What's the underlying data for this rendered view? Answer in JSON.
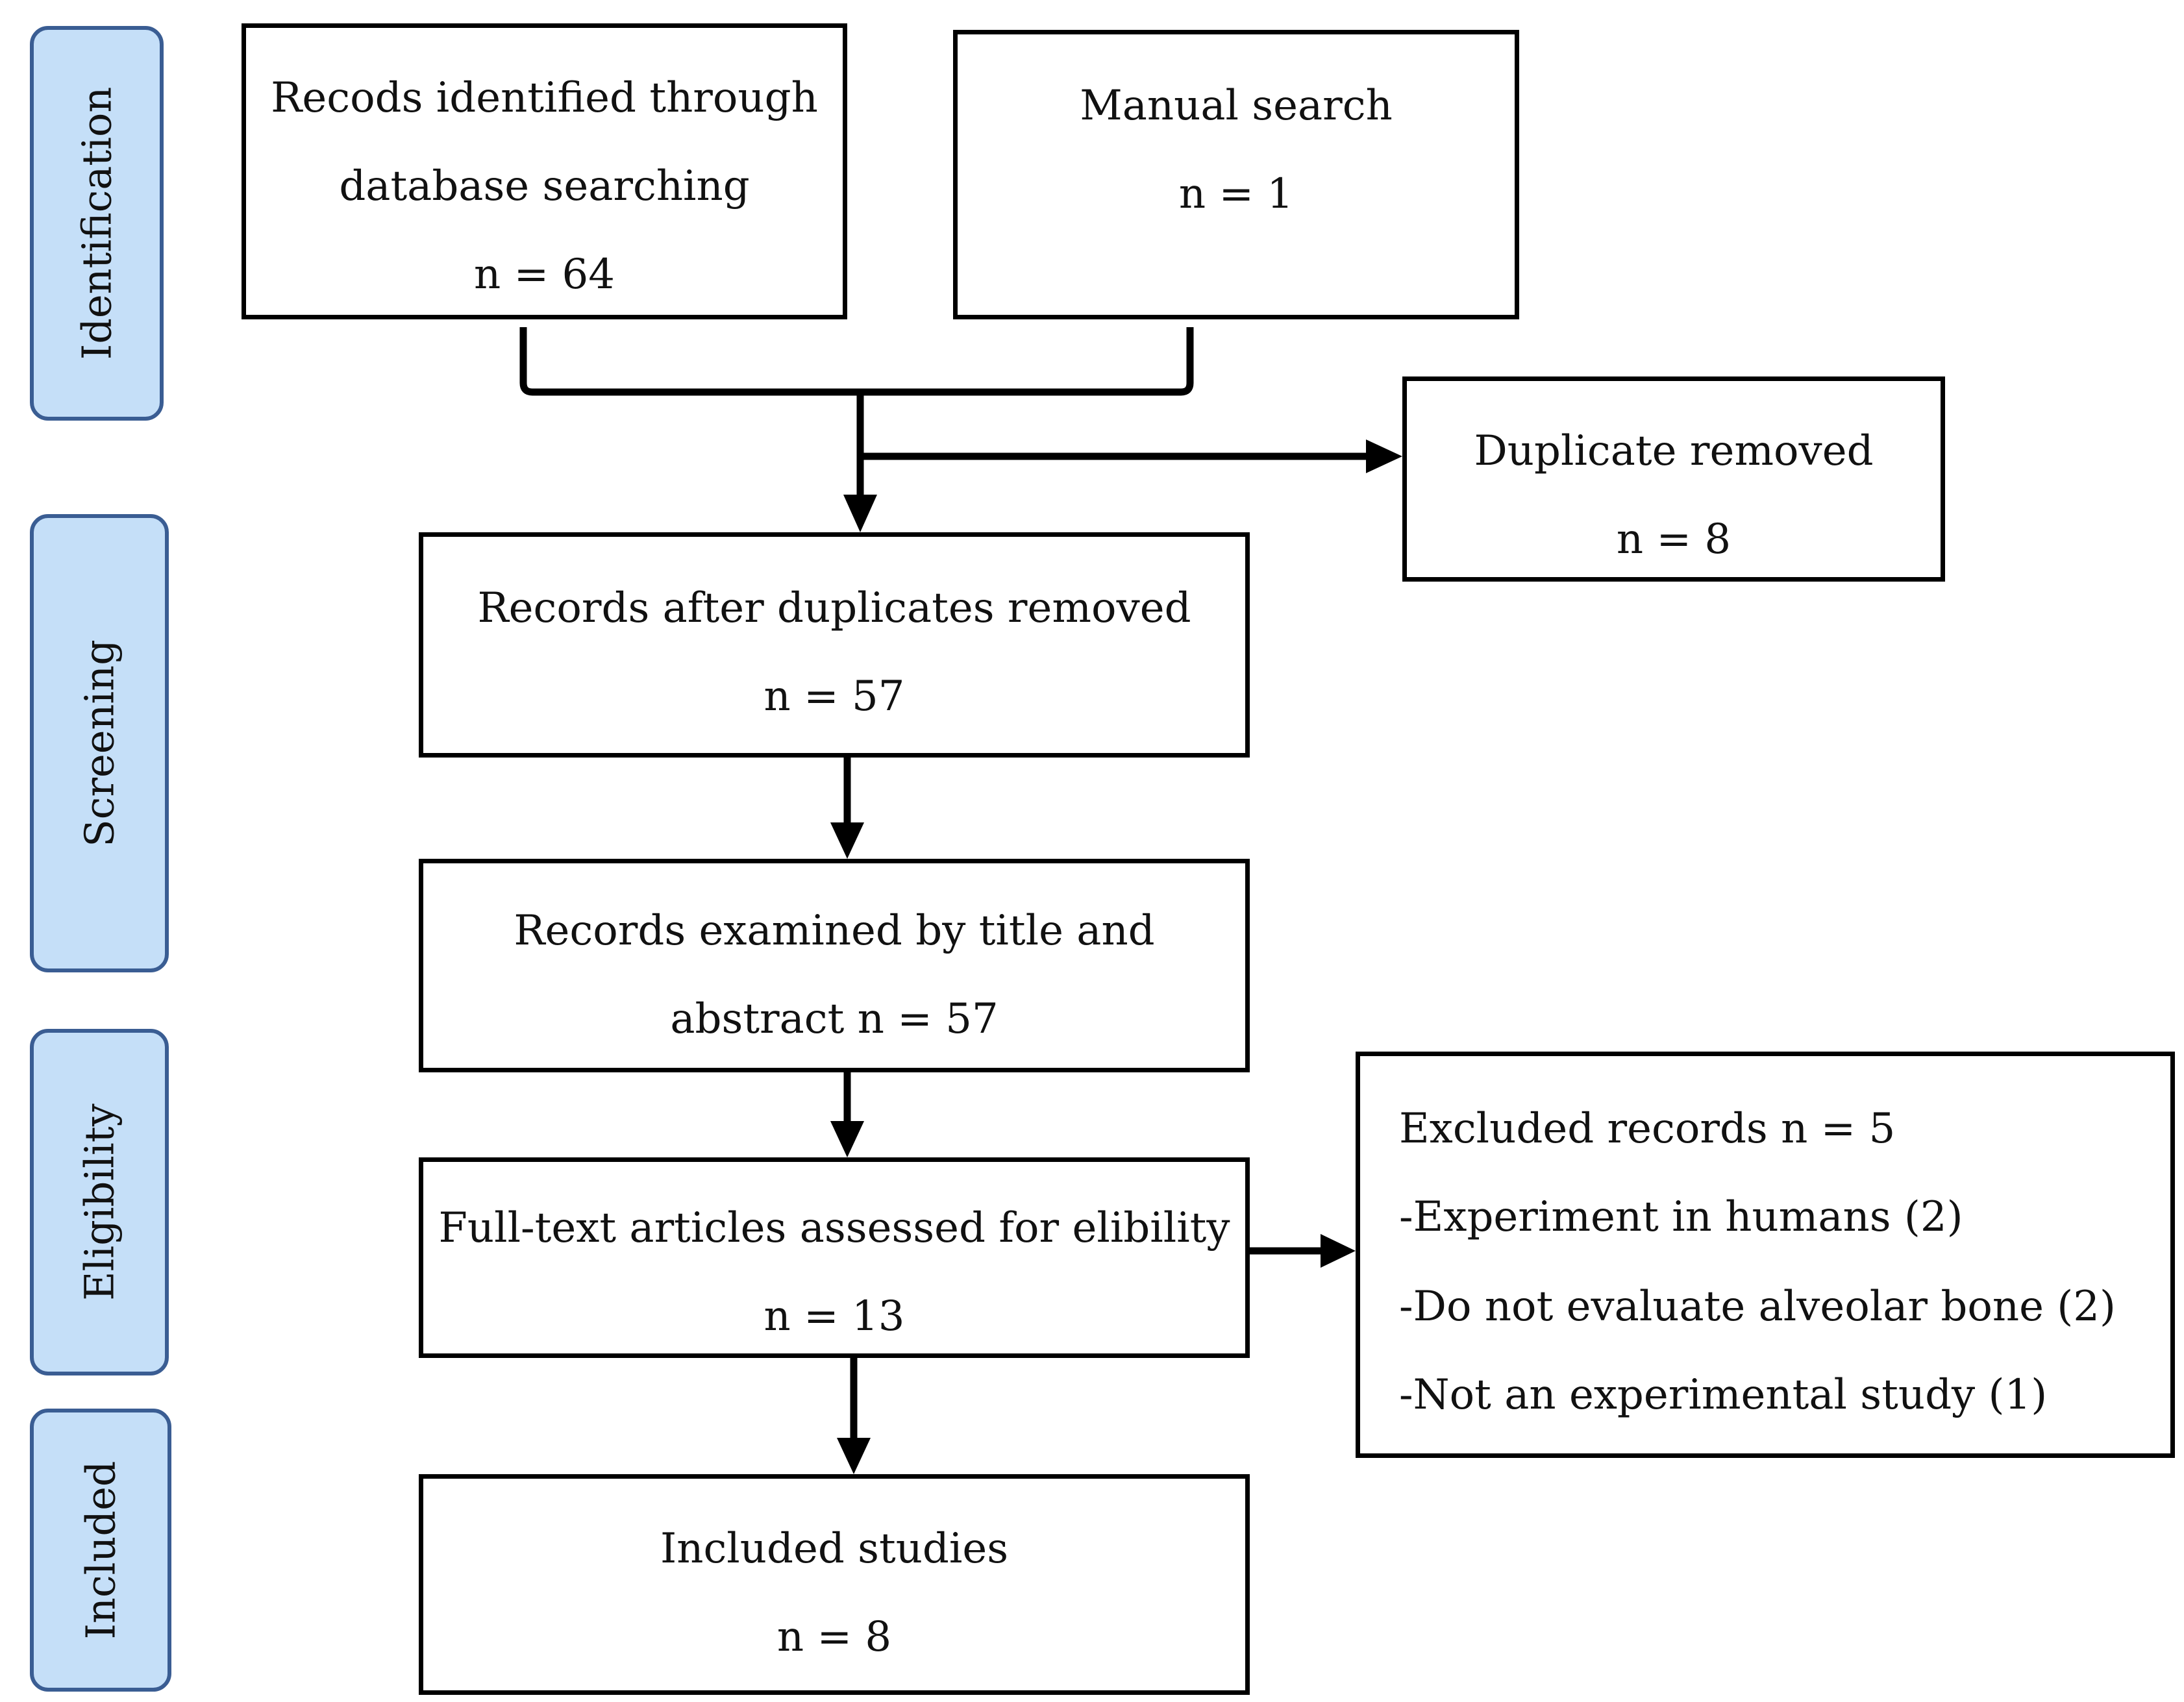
{
  "stages": {
    "identification": "Identification",
    "screening": "Screening",
    "eligibility": "Eligibility",
    "included": "Included"
  },
  "boxes": {
    "database": {
      "line1": "Recods identified through",
      "line2": "database searching",
      "line3": "n = 64"
    },
    "manual": {
      "line1": "Manual search",
      "line2": "n = 1"
    },
    "duplicate_removed": {
      "line1": "Duplicate removed",
      "line2": "n = 8"
    },
    "after_duplicates": {
      "line1": "Records after duplicates removed",
      "line2": "n = 57"
    },
    "examined": {
      "line1": "Records examined by title and",
      "line2": "abstract n = 57"
    },
    "fulltext": {
      "line1": "Full-text articles assessed for elibility",
      "line2": "n = 13"
    },
    "excluded": {
      "line1": "Excluded records n = 5",
      "line2": "-Experiment in humans (2)",
      "line3": "-Do not evaluate alveolar bone (2)",
      "line4": "-Not an experimental study (1)"
    },
    "included_studies": {
      "line1": "Included studies",
      "line2": "n = 8"
    }
  }
}
